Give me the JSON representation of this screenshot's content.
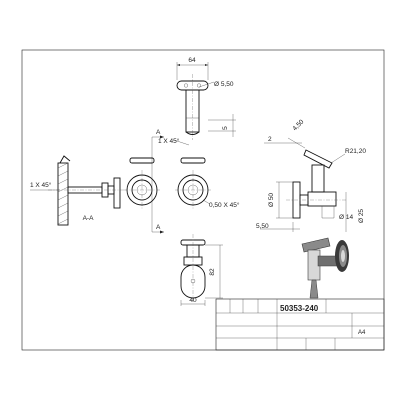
{
  "section": {
    "label": "A-A",
    "marker": "A",
    "chamfer": "1 X 45°"
  },
  "view_top": {
    "width": "64",
    "hole": "Ø 5,50",
    "height": "5"
  },
  "view_front": {
    "chamfer_top": "1 X 45°",
    "chamfer_side": "0,50 X 45°"
  },
  "view_bottom": {
    "height": "82",
    "width": "40"
  },
  "view_side": {
    "d2": "2",
    "angle": "4,50",
    "radius": "R21,20",
    "dia50": "Ø 50",
    "d550": "5,50",
    "dia14": "Ø 14",
    "dia25": "Ø 25"
  },
  "title_block": {
    "r1": [
      "",
      "",
      ""
    ],
    "r1_right": [
      "",
      ""
    ],
    "part_number": "50353-240",
    "r2": [
      "",
      "",
      "",
      ""
    ],
    "r3": [
      "",
      ""
    ],
    "format": "A4",
    "r4": [
      "",
      "",
      ""
    ]
  },
  "colors": {
    "line": "#222222",
    "render_dark": "#3a3a3a",
    "render_mid": "#8a8a8a",
    "render_light": "#d8d8d8"
  }
}
